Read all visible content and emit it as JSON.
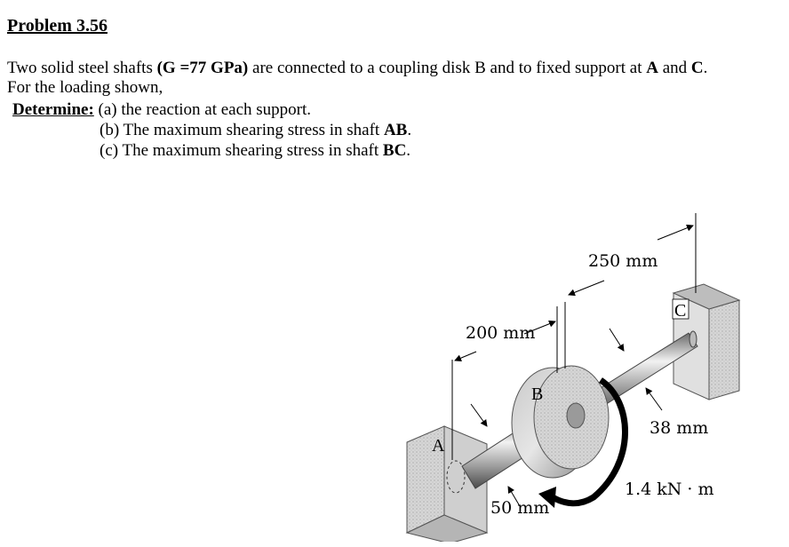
{
  "problem": {
    "title": "Problem 3.56",
    "statement": {
      "part1": "Two solid steel shafts ",
      "modulus": "(G =77 GPa)",
      "part2": " are connected to a coupling disk B and to fixed support at ",
      "support_a": "A",
      "and": " and ",
      "support_c": "C",
      "period": ".",
      "line2": "For the loading shown,"
    },
    "determine": {
      "label": "Determine:",
      "item_a": " (a) the reaction at each support.",
      "item_b_text": "(b) The maximum shearing stress in shaft ",
      "item_b_shaft": "AB",
      "item_b_end": ".",
      "item_c_text": "(c) The maximum shearing stress in shaft ",
      "item_c_shaft": "BC",
      "item_c_end": "."
    }
  },
  "figure": {
    "dim_ab_length": "200 mm",
    "dim_bc_length": "250 mm",
    "dim_ab_diameter": "50 mm",
    "dim_bc_diameter": "38 mm",
    "applied_torque": "1.4 kN · m",
    "label_a": "A",
    "label_b": "B",
    "label_c": "C"
  }
}
